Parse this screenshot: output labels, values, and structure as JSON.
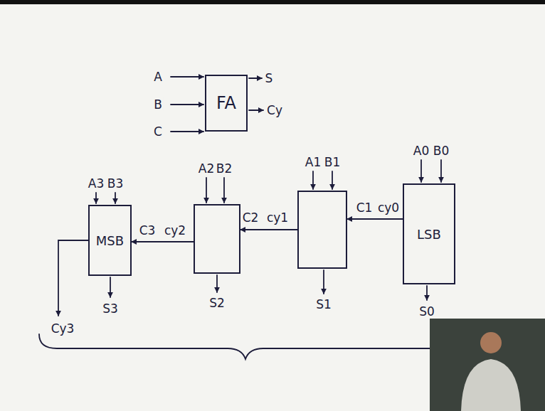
{
  "diagram": {
    "nodes": [
      {
        "text": [
          "FA"
        ]
      },
      {
        "text": [
          "MSB"
        ]
      },
      {
        "text": []
      },
      {
        "text": []
      },
      {
        "text": [
          "LSB"
        ]
      }
    ],
    "edges": [
      {
        "from": 4,
        "to": 3,
        "arrow": "to"
      },
      {
        "from": 3,
        "to": 2,
        "arrow": "to"
      },
      {
        "from": 2,
        "to": 1,
        "arrow": "to"
      }
    ],
    "labels": [
      "A",
      "B",
      "C",
      "S",
      "Cy",
      "A3",
      "B3",
      "A2",
      "B2",
      "A1",
      "B1",
      "A0",
      "B0",
      "C3",
      "cy2",
      "C2",
      "cy1",
      "C1",
      "cy0",
      "Cy3",
      "S3",
      "S2",
      "S1",
      "S0"
    ]
  }
}
